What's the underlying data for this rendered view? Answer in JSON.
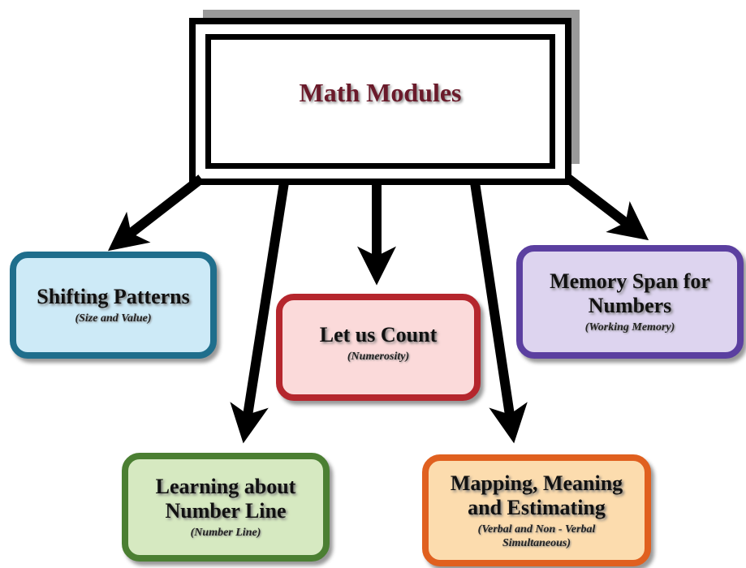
{
  "title": "Math Modules",
  "modules": [
    {
      "name": "Shifting Patterns",
      "subtitle": "(Size and Value)",
      "border": "#1f6e8c",
      "fill": "#cdeaf7"
    },
    {
      "name": "Let us Count",
      "subtitle": "(Numerosity)",
      "border": "#b5262d",
      "fill": "#fbdada"
    },
    {
      "name": "Memory Span for Numbers",
      "subtitle": "(Working Memory)",
      "border": "#5b3fa0",
      "fill": "#ddd4ef"
    },
    {
      "name": "Learning about Number Line",
      "subtitle": "(Number Line)",
      "border": "#4b7f32",
      "fill": "#d6e9c1"
    },
    {
      "name": "Mapping, Meaning and Estimating",
      "subtitle": "(Verbal and Non - Verbal Simultaneous)",
      "border": "#e0601f",
      "fill": "#fcdcae"
    }
  ]
}
